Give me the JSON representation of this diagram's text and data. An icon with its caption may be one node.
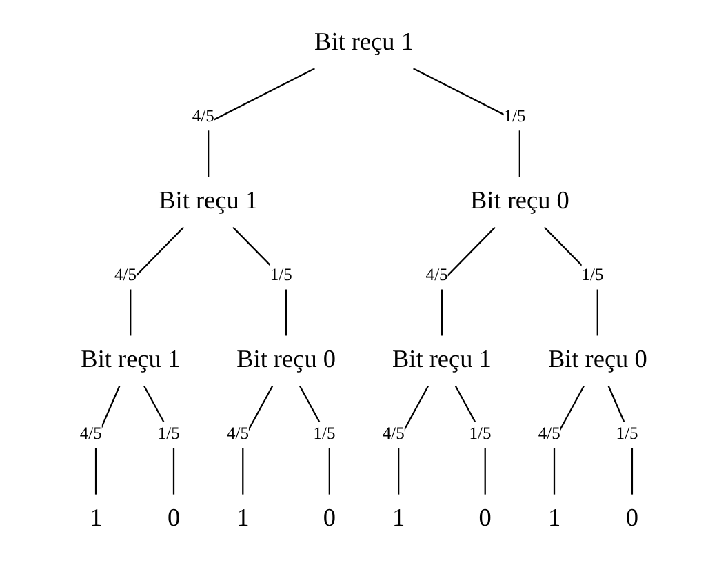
{
  "diagram": {
    "nodes": [
      {
        "text": [
          "Bit reçu 1"
        ]
      },
      {
        "text": [
          "Bit reçu 1"
        ]
      },
      {
        "text": [
          "Bit reçu 0"
        ]
      },
      {
        "text": [
          "Bit reçu 1"
        ]
      },
      {
        "text": [
          "Bit reçu 0"
        ]
      },
      {
        "text": [
          "Bit reçu 1"
        ]
      },
      {
        "text": [
          "Bit reçu 0"
        ]
      },
      {
        "text": [
          "1"
        ]
      },
      {
        "text": [
          "0"
        ]
      },
      {
        "text": [
          "1"
        ]
      },
      {
        "text": [
          "0"
        ]
      },
      {
        "text": [
          "1"
        ]
      },
      {
        "text": [
          "0"
        ]
      },
      {
        "text": [
          "1"
        ]
      },
      {
        "text": [
          "0"
        ]
      }
    ],
    "edges": [
      {
        "from": 0,
        "to": 1,
        "arrow": "none",
        "label": "4/5"
      },
      {
        "from": 0,
        "to": 2,
        "arrow": "none",
        "label": "1/5"
      },
      {
        "from": 1,
        "to": 3,
        "arrow": "none",
        "label": "4/5"
      },
      {
        "from": 1,
        "to": 4,
        "arrow": "none",
        "label": "1/5"
      },
      {
        "from": 2,
        "to": 5,
        "arrow": "none",
        "label": "4/5"
      },
      {
        "from": 2,
        "to": 6,
        "arrow": "none",
        "label": "1/5"
      },
      {
        "from": 3,
        "to": 7,
        "arrow": "none",
        "label": "4/5"
      },
      {
        "from": 3,
        "to": 8,
        "arrow": "none",
        "label": "1/5"
      },
      {
        "from": 4,
        "to": 9,
        "arrow": "none",
        "label": "4/5"
      },
      {
        "from": 4,
        "to": 10,
        "arrow": "none",
        "label": "1/5"
      },
      {
        "from": 5,
        "to": 11,
        "arrow": "none",
        "label": "4/5"
      },
      {
        "from": 5,
        "to": 12,
        "arrow": "none",
        "label": "1/5"
      },
      {
        "from": 6,
        "to": 13,
        "arrow": "none",
        "label": "4/5"
      },
      {
        "from": 6,
        "to": 14,
        "arrow": "none",
        "label": "1/5"
      }
    ]
  }
}
